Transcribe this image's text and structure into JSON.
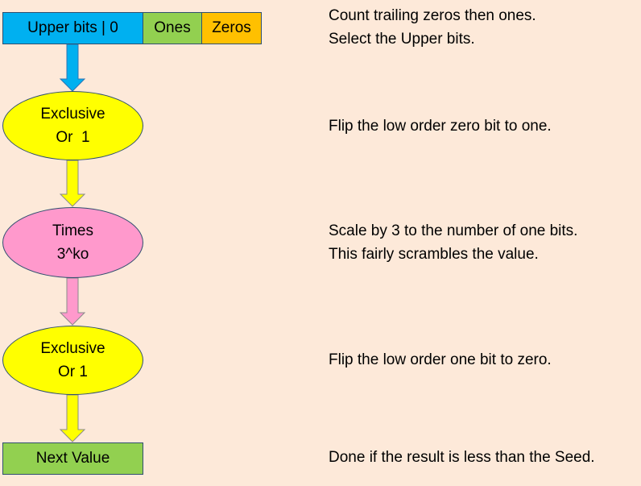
{
  "colors": {
    "background": "#fde9d9",
    "upper_bits": "#00b0f0",
    "ones": "#92d050",
    "zeros": "#ffc000",
    "xor_oval": "#ffff00",
    "times_oval": "#ff99cc",
    "next_value": "#92d050",
    "arrow_blue": "#00b0f0",
    "arrow_yellow": "#ffff00",
    "arrow_pink": "#ff99cc"
  },
  "register": {
    "upper_bits": "Upper bits | 0",
    "ones": "Ones",
    "zeros": "Zeros"
  },
  "steps": {
    "xor1": {
      "line1": "Exclusive",
      "line2": "Or  1"
    },
    "times": {
      "line1": "Times",
      "line2": "3^ko"
    },
    "xor2": {
      "line1": "Exclusive",
      "line2": "Or 1"
    },
    "next_value": "Next Value"
  },
  "notes": {
    "count": "Count trailing zeros then ones.",
    "select": "Select the Upper bits.",
    "flip_zero": "Flip the low order zero bit to one.",
    "scale": "Scale by 3 to the number of one bits.",
    "scramble": "This fairly scrambles the value.",
    "flip_one": "Flip the low order one bit to zero.",
    "done": "Done if the result is less than the Seed."
  }
}
